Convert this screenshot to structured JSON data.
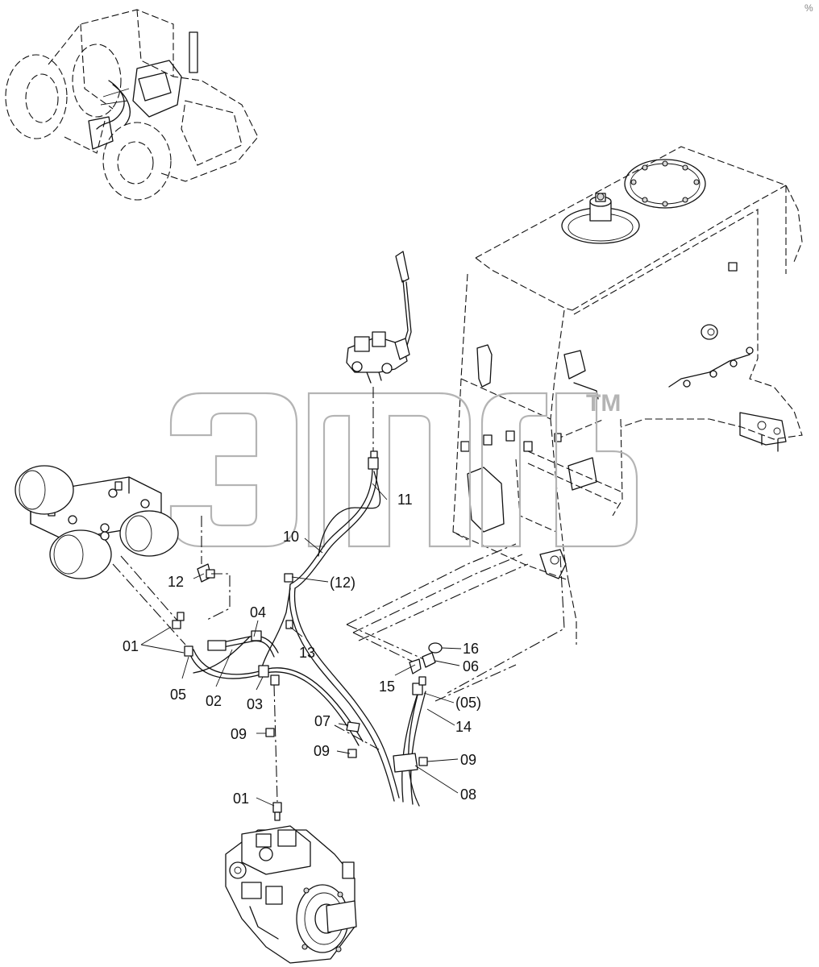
{
  "watermark": {
    "trademark": "TM"
  },
  "corner_mark": "%",
  "callouts": [
    {
      "id": "c01a",
      "text": "01"
    },
    {
      "id": "c01b",
      "text": "01"
    },
    {
      "id": "c02",
      "text": "02"
    },
    {
      "id": "c03",
      "text": "03"
    },
    {
      "id": "c04",
      "text": "04"
    },
    {
      "id": "c05",
      "text": "05"
    },
    {
      "id": "c05p",
      "text": "(05)"
    },
    {
      "id": "c06",
      "text": "06"
    },
    {
      "id": "c07",
      "text": "07"
    },
    {
      "id": "c08",
      "text": "08"
    },
    {
      "id": "c09a",
      "text": "09"
    },
    {
      "id": "c09b",
      "text": "09"
    },
    {
      "id": "c09c",
      "text": "09"
    },
    {
      "id": "c10",
      "text": "10"
    },
    {
      "id": "c11",
      "text": "11"
    },
    {
      "id": "c12",
      "text": "12"
    },
    {
      "id": "c12p",
      "text": "(12)"
    },
    {
      "id": "c13",
      "text": "13"
    },
    {
      "id": "c14",
      "text": "14"
    },
    {
      "id": "c15",
      "text": "15"
    },
    {
      "id": "c16",
      "text": "16"
    }
  ]
}
